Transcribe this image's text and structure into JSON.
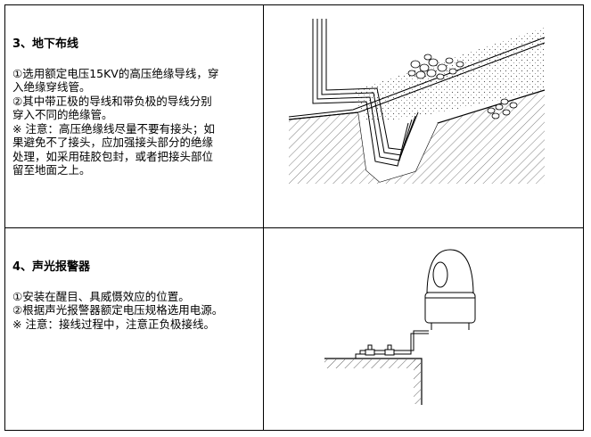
{
  "sections": [
    {
      "title": "3、地下布线",
      "paragraphs": [
        "①选用额定电压15KV的高压绝缘导线，穿\n入绝缘穿线管。",
        "②其中带正极的导线和带负极的导线分别\n穿入不同的绝缘管。",
        "※ 注意：高压绝缘线尽量不要有接头；如\n果避免不了接头，应加强接头部分的绝缘\n处理，如采用硅胶包封，或者把接头部位\n留至地面之上。"
      ]
    },
    {
      "title": "4、声光报警器",
      "paragraphs": [
        "①安装在醒目、具威慑效应的位置。",
        "②根据声光报警器额定电压规格选用电源。",
        "※ 注意：接线过程中，注意正负极接线。"
      ]
    }
  ]
}
